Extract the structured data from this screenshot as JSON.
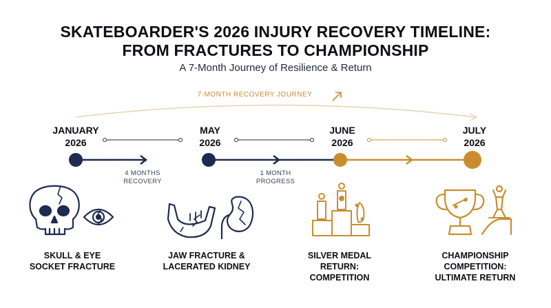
{
  "header": {
    "title_line1": "SKATEBOARDER'S 2026 INJURY RECOVERY TIMELINE:",
    "title_line2": "FROM FRACTURES TO CHAMPIONSHIP",
    "subtitle": "A 7-Month Journey of Resilience & Return"
  },
  "journey": {
    "label": "7-MONTH RECOVERY JOURNEY"
  },
  "milestones": [
    {
      "month": "JANUARY",
      "year": "2026",
      "caption_line1": "SKULL & EYE",
      "caption_line2": "SOCKET FRACTURE",
      "caption_line3": ""
    },
    {
      "month": "MAY",
      "year": "2026",
      "caption_line1": "JAW FRACTURE &",
      "caption_line2": "LACERATED KIDNEY",
      "caption_line3": ""
    },
    {
      "month": "JUNE",
      "year": "2026",
      "caption_line1": "SILVER MEDAL",
      "caption_line2": "RETURN:",
      "caption_line3": "COMPETITION"
    },
    {
      "month": "JULY",
      "year": "2026",
      "caption_line1": "CHAMPIONSHIP",
      "caption_line2": "COMPETITION:",
      "caption_line3": "ULTIMATE RETURN"
    }
  ],
  "intervals": [
    {
      "line1": "4 MONTHS",
      "line2": "RECOVERY"
    },
    {
      "line1": "1 MONTH",
      "line2": "PROGRESS"
    }
  ],
  "colors": {
    "navy": "#1e2a4f",
    "gold": "#c98d2f",
    "light_gold": "#e8d3b2"
  },
  "icons": [
    "skull-icon",
    "eye-icon",
    "jaw-icon",
    "kidney-icon",
    "podium-icon",
    "trophy-icon"
  ]
}
